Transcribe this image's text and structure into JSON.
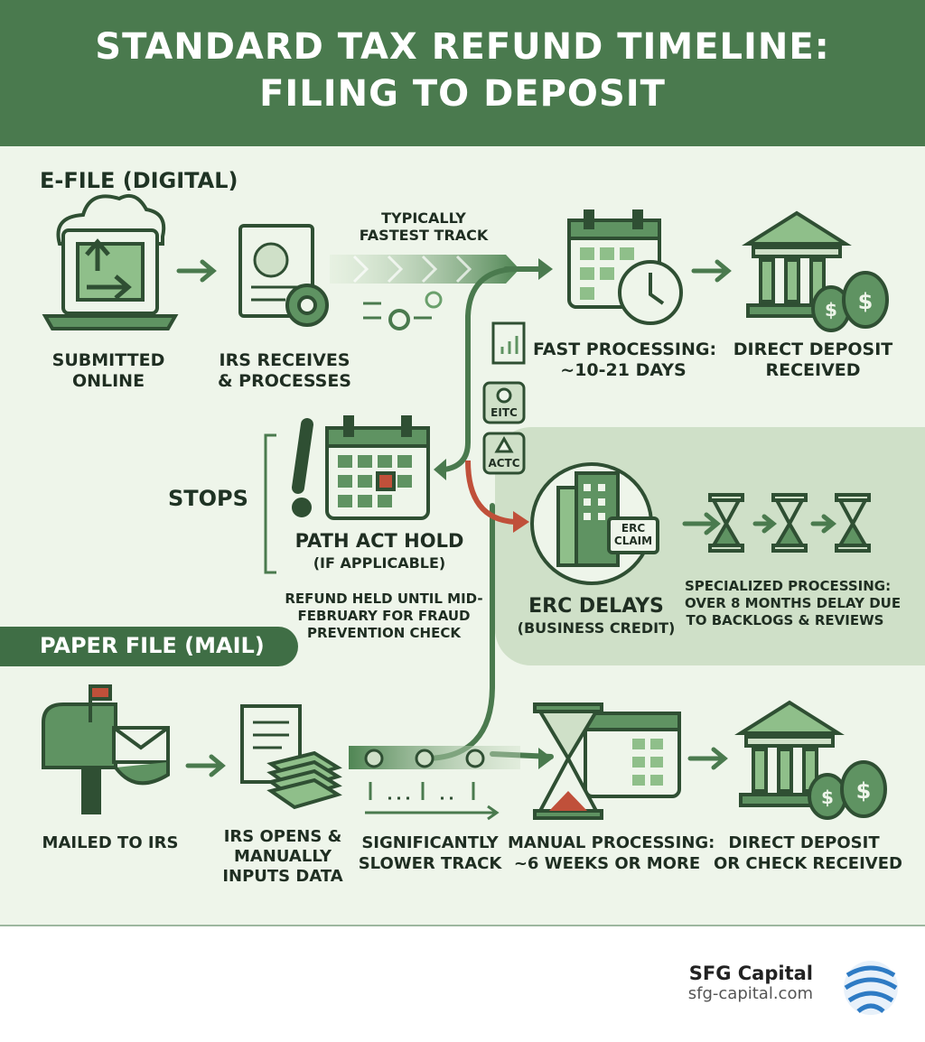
{
  "header": {
    "title_line1": "STANDARD TAX REFUND TIMELINE:",
    "title_line2": "FILING TO DEPOSIT"
  },
  "efile": {
    "section_label": "E-FILE (DIGITAL)",
    "steps": [
      {
        "line1": "SUBMITTED",
        "line2": "ONLINE"
      },
      {
        "line1": "IRS RECEIVES",
        "line2": "& PROCESSES"
      },
      {
        "line1": "FAST PROCESSING:",
        "line2": "~10-21 DAYS"
      },
      {
        "line1": "DIRECT DEPOSIT",
        "line2": "RECEIVED"
      }
    ],
    "track_line1": "TYPICALLY",
    "track_line2": "FASTEST TRACK",
    "badges": [
      "EITC",
      "ACTC"
    ]
  },
  "stops": {
    "label": "STOPS",
    "path_act_title": "PATH ACT HOLD",
    "path_act_sub": "(IF APPLICABLE)",
    "path_act_note1": "REFUND HELD UNTIL MID-",
    "path_act_note2": "FEBRUARY FOR FRAUD",
    "path_act_note3": "PREVENTION CHECK"
  },
  "erc": {
    "title": "ERC DELAYS",
    "sub": "(BUSINESS CREDIT)",
    "claim_line1": "ERC",
    "claim_line2": "CLAIM",
    "note1": "SPECIALIZED PROCESSING:",
    "note2": "OVER 8 MONTHS DELAY DUE",
    "note3": "TO BACKLOGS & REVIEWS"
  },
  "paper": {
    "section_label": "PAPER FILE (MAIL)",
    "steps": [
      {
        "line1": "MAILED TO IRS",
        "line2": ""
      },
      {
        "line1": "IRS OPENS &",
        "line2": "MANUALLY",
        "line3": "INPUTS DATA"
      },
      {
        "line1": "SIGNIFICANTLY",
        "line2": "SLOWER TRACK"
      },
      {
        "line1": "MANUAL PROCESSING:",
        "line2": "~6 WEEKS OR MORE"
      },
      {
        "line1": "DIRECT DEPOSIT",
        "line2": "OR CHECK RECEIVED"
      }
    ]
  },
  "footer": {
    "brand": "SFG Capital",
    "url": "sfg-capital.com"
  },
  "colors": {
    "header": "#4a7a4e",
    "dark_green": "#2f4f33",
    "mid_green": "#5f9362",
    "light_green": "#8fbf8a",
    "red": "#c0503a",
    "background": "#eef5ea"
  },
  "icons": [
    "laptop-cloud-icon",
    "irs-document-gear-icon",
    "calendar-clock-icon",
    "bank-money-icon",
    "calendar-alert-icon",
    "office-building-icon",
    "hourglass-icon",
    "mailbox-icon",
    "stacked-papers-icon",
    "hourglass-calendar-icon",
    "sfg-logo-icon"
  ]
}
